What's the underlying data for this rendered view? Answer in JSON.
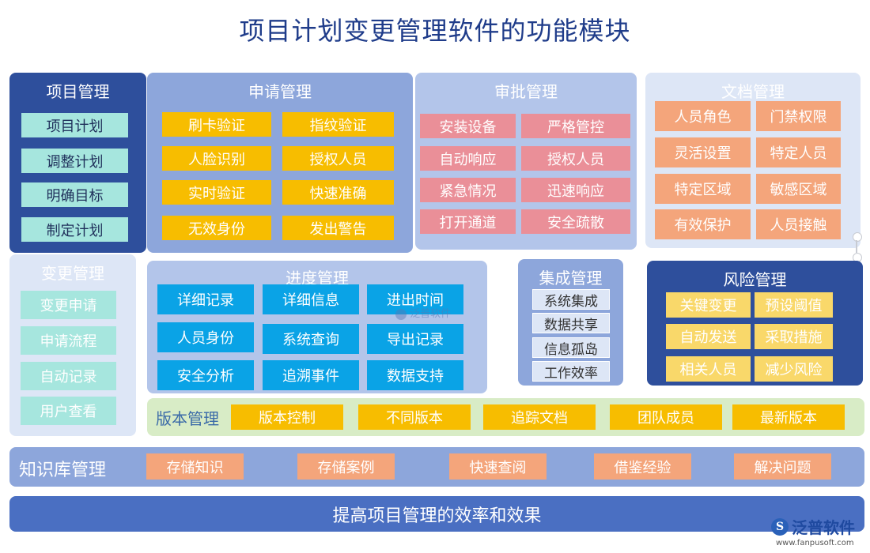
{
  "title": "项目计划变更管理软件的功能模块",
  "project_mgmt": {
    "title": "项目管理",
    "items": [
      "项目计划",
      "调整计划",
      "明确目标",
      "制定计划"
    ]
  },
  "apply_mgmt": {
    "title": "申请管理",
    "items": [
      "刷卡验证",
      "指纹验证",
      "人脸识别",
      "授权人员",
      "实时验证",
      "快速准确",
      "无效身份",
      "发出警告"
    ]
  },
  "approve_mgmt": {
    "title": "审批管理",
    "items": [
      "安装设备",
      "严格管控",
      "自动响应",
      "授权人员",
      "紧急情况",
      "迅速响应",
      "打开通道",
      "安全疏散"
    ]
  },
  "doc_mgmt": {
    "title": "文档管理",
    "items": [
      "人员角色",
      "门禁权限",
      "灵活设置",
      "特定人员",
      "特定区域",
      "敏感区域",
      "有效保护",
      "人员接触"
    ]
  },
  "change_mgmt": {
    "title": "变更管理",
    "items": [
      "变更申请",
      "申请流程",
      "自动记录",
      "用户查看"
    ]
  },
  "progress_mgmt": {
    "title": "进度管理",
    "items": [
      "详细记录",
      "详细信息",
      "进出时间",
      "人员身份",
      "系统查询",
      "导出记录",
      "安全分析",
      "追溯事件",
      "数据支持"
    ]
  },
  "integration_mgmt": {
    "title": "集成管理",
    "items": [
      "系统集成",
      "数据共享",
      "信息孤岛",
      "工作效率"
    ]
  },
  "risk_mgmt": {
    "title": "风险管理",
    "items": [
      "关键变更",
      "预设阈值",
      "自动发送",
      "采取措施",
      "相关人员",
      "减少风险"
    ]
  },
  "version_mgmt": {
    "title": "版本管理",
    "items": [
      "版本控制",
      "不同版本",
      "追踪文档",
      "团队成员",
      "最新版本"
    ]
  },
  "knowledge_mgmt": {
    "title": "知识库管理",
    "items": [
      "存储知识",
      "存储案例",
      "快速查阅",
      "借鉴经验",
      "解决问题"
    ]
  },
  "bottom_banner": "提高项目管理的效率和效果",
  "watermark": "泛普软件",
  "logo": {
    "name": "泛普软件",
    "url": "www.fanpusoft.com"
  },
  "colors": {
    "dark_blue": "#2e4f9c",
    "light_blue": "#a8bde6",
    "teal": "#a6e6de",
    "yellow": "#f7bd00",
    "pink": "#ea8f98",
    "orange": "#f4a57b",
    "cyan": "#0aa3e6",
    "light_yellow": "#f9d86a",
    "green": "#d8ecc6"
  }
}
